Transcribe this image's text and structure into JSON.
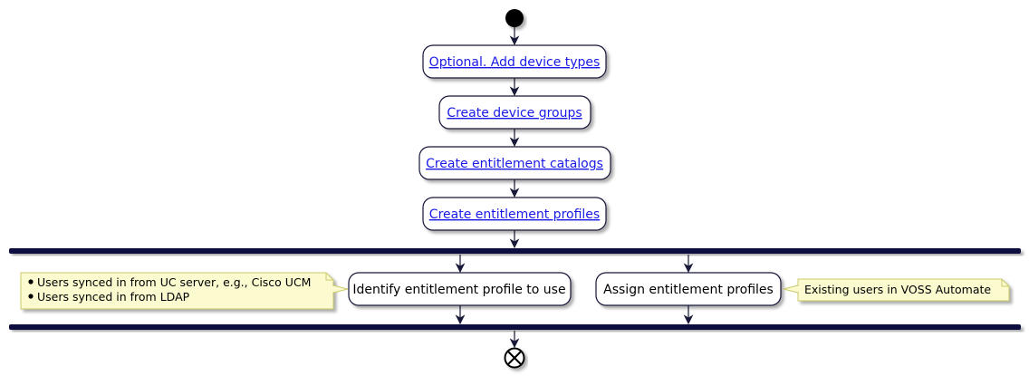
{
  "diagram": {
    "steps": [
      {
        "label": "Optional. Add device types",
        "link": true
      },
      {
        "label": "Create device groups",
        "link": true
      },
      {
        "label": "Create entitlement catalogs",
        "link": true
      },
      {
        "label": "Create entitlement profiles",
        "link": true
      }
    ],
    "branches": [
      {
        "label": "Identify entitlement profile to use"
      },
      {
        "label": "Assign entitlement profiles"
      }
    ],
    "notes": {
      "left": [
        "Users synced in from UC server, e.g., Cisco UCM",
        "Users synced in from LDAP"
      ],
      "right": "Existing users in VOSS Automate"
    },
    "colors": {
      "activity_fill": "#ffffff",
      "activity_border": "#181838",
      "arrow": "#181838",
      "fork_bar": "#0b0b40",
      "note_fill": "#fbfbcf",
      "note_border": "#c9c96a",
      "link": "#1a1ae6",
      "start": "#000000"
    }
  }
}
